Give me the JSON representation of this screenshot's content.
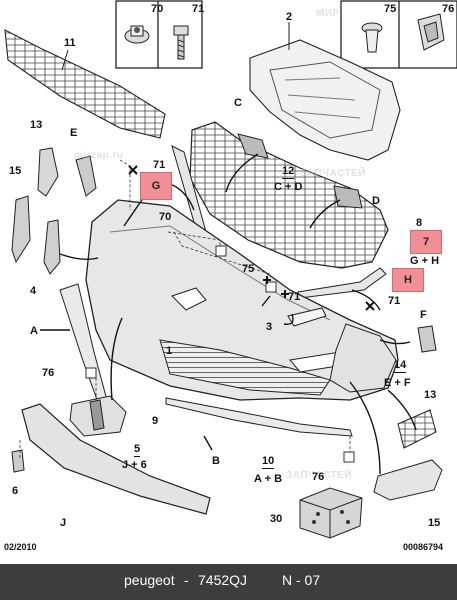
{
  "insets": {
    "left": {
      "labels": [
        "70",
        "71"
      ]
    },
    "right": {
      "labels": [
        "75",
        "76"
      ]
    }
  },
  "parts": {
    "p2": "2",
    "p11": "11",
    "p13a": "13",
    "pE": "E",
    "p15a": "15",
    "p71a": "71",
    "pG": "G",
    "p70": "70",
    "pC": "C",
    "p12": "12",
    "p12sub": "C + D",
    "pD": "D",
    "p8": "8",
    "p7": "7",
    "p7sub": "G + H",
    "pH": "H",
    "p75": "75",
    "p71b": "71",
    "p71c": "71",
    "p4": "4",
    "p3": "3",
    "p1": "1",
    "pA": "A",
    "pF": "F",
    "p14": "14",
    "p14sub": "E + F",
    "p76a": "76",
    "p13b": "13",
    "p9": "9",
    "p5": "5",
    "p5sub": "J + 6",
    "pB": "B",
    "p10": "10",
    "p10sub": "A + B",
    "p76b": "76",
    "p6": "6",
    "p30": "30",
    "p15b": "15",
    "pJ": "J"
  },
  "meta": {
    "date": "02/2010",
    "ref": "00086794"
  },
  "watermarks": [
    "МИР",
    "ЗАПЧАСТЕЙ",
    "mirzap.ru"
  ],
  "footer": {
    "brand": "peugeot",
    "sep1": "-",
    "code": "7452QJ",
    "page": "N - 07"
  }
}
